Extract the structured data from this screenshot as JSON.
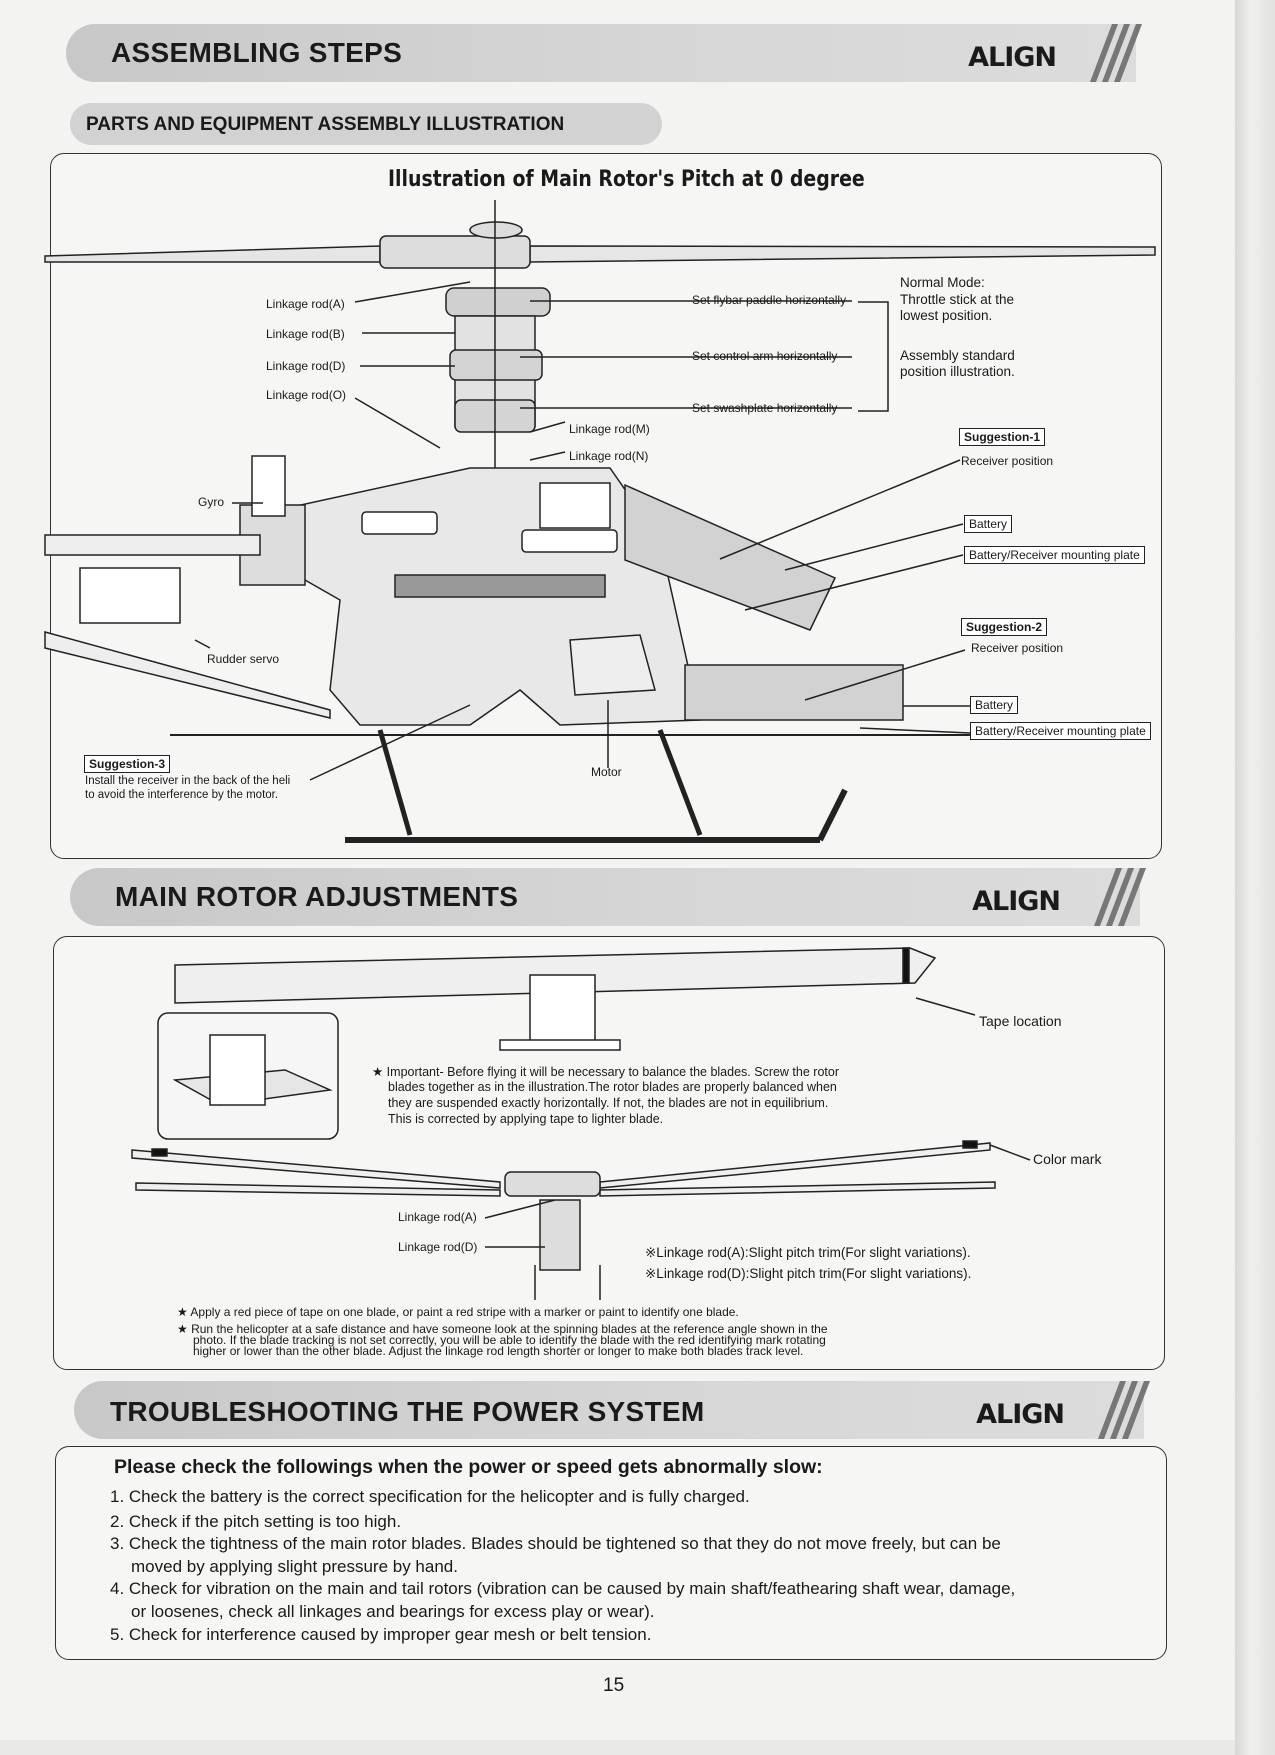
{
  "header1": {
    "title": "ASSEMBLING STEPS",
    "logo": "ALIGN"
  },
  "subheader": "PARTS AND EQUIPMENT ASSEMBLY ILLUSTRATION",
  "illus": {
    "title": "Illustration of Main Rotor's Pitch at 0 degree",
    "labels": {
      "rodA": "Linkage rod(A)",
      "rodB": "Linkage rod(B)",
      "rodD": "Linkage rod(D)",
      "rodO": "Linkage rod(O)",
      "rodM": "Linkage rod(M)",
      "rodN": "Linkage rod(N)",
      "gyro": "Gyro",
      "rudder": "Rudder servo",
      "motor": "Motor",
      "flybar": "Set flybar paddle horizontally",
      "control": "Set control arm horizontally",
      "swash": "Set swashplate horizontally",
      "normal1": "Normal Mode:",
      "normal2": "Throttle stick at the",
      "normal3": "lowest position.",
      "std1": "Assembly standard",
      "std2": "position illustration."
    },
    "sug1": {
      "title": "Suggestion-1",
      "receiver": "Receiver position",
      "battery": "Battery",
      "plate": "Battery/Receiver mounting plate"
    },
    "sug2": {
      "title": "Suggestion-2",
      "receiver": "Receiver position",
      "battery": "Battery",
      "plate": "Battery/Receiver mounting plate"
    },
    "sug3": {
      "title": "Suggestion-3",
      "line1": "Install the receiver in the back of the heli",
      "line2": "to avoid the interference by the motor."
    }
  },
  "header2": {
    "title": "MAIN ROTOR ADJUSTMENTS",
    "logo": "ALIGN"
  },
  "rotor": {
    "tape": "Tape location",
    "important": [
      "★ Important- Before flying it will be necessary to balance the blades. Screw the rotor",
      "blades together as in the illustration.The rotor blades are properly balanced when",
      "they are suspended exactly horizontally. If not, the blades are not in equilibrium.",
      "This is corrected by applying tape to lighter blade."
    ],
    "color": "Color mark",
    "rodA": "Linkage rod(A)",
    "rodD": "Linkage rod(D)",
    "noteA": "※Linkage rod(A):Slight pitch trim(For slight variations).",
    "noteD": "※Linkage rod(D):Slight pitch trim(For slight variations).",
    "bullet1": "★ Apply a red piece of tape on one blade, or paint a red stripe with a marker or paint to identify one blade.",
    "bullet2": [
      "★ Run the helicopter at a safe distance and have someone look at the spinning blades at the reference angle shown in the",
      "photo. If the blade tracking is not set correctly, you will be able to identify the blade with the red identifying mark rotating",
      "higher or lower than the other blade. Adjust the linkage rod length shorter or longer to make both blades track level."
    ]
  },
  "header3": {
    "title": "TROUBLESHOOTING THE POWER SYSTEM",
    "logo": "ALIGN"
  },
  "trouble": {
    "heading": "Please check the followings when the power or speed gets abnormally slow:",
    "items": [
      "1. Check the battery is the correct specification for the helicopter and is fully charged.",
      "2. Check if the pitch setting is too high.",
      "3. Check the tightness of the main rotor blades. Blades should be tightened so that they do not move freely, but can be",
      "   moved by applying slight pressure by hand.",
      "4. Check for vibration on the main and tail rotors (vibration can be caused by main shaft/feathearing shaft wear, damage,",
      "   or loosenes, check all linkages and bearings for excess play or wear).",
      "5. Check for interference caused by improper gear mesh or belt tension."
    ]
  },
  "page_number": "15"
}
